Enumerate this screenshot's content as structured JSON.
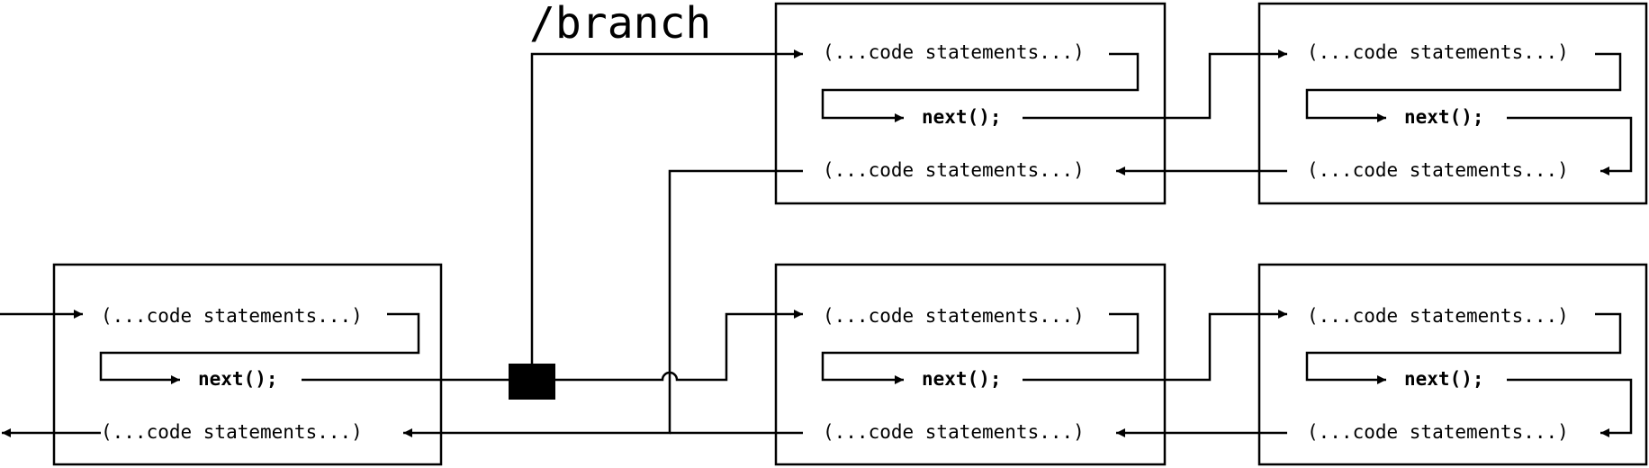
{
  "branch_label": "/branch",
  "boxes": {
    "main": {
      "top": "(...code statements...)",
      "middle": "next();",
      "bottom": "(...code statements...)"
    },
    "branch_a": {
      "top": "(...code statements...)",
      "middle": "next();",
      "bottom": "(...code statements...)"
    },
    "branch_a_end": {
      "top": "(...code statements...)",
      "middle": "next();",
      "bottom": "(...code statements...)"
    },
    "branch_b": {
      "top": "(...code statements...)",
      "middle": "next();",
      "bottom": "(...code statements...)"
    },
    "branch_b_end": {
      "top": "(...code statements...)",
      "middle": "next();",
      "bottom": "(...code statements...)"
    }
  },
  "colors": {
    "stroke": "#000000",
    "background": "#ffffff"
  }
}
